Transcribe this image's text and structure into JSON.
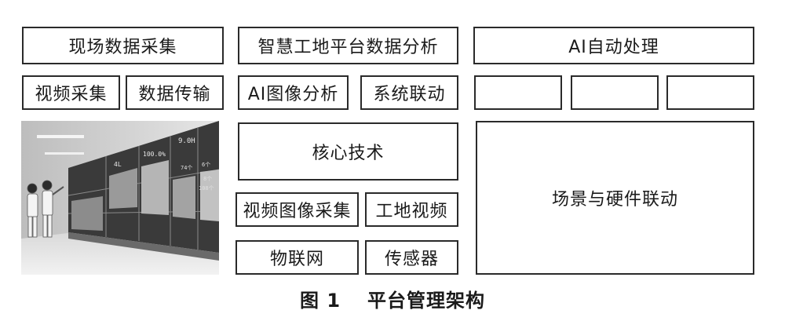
{
  "col1": {
    "header": "现场数据采集",
    "sub_left": "视频采集",
    "sub_right": "数据传输",
    "photo_icon": "control-room-photo"
  },
  "col2": {
    "header": "智慧工地平台数据分析",
    "sub_left": "AI图像分析",
    "sub_right": "系统联动",
    "core": "核心技术",
    "items": [
      "视频图像采集",
      "工地视频",
      "物联网",
      "传感器"
    ]
  },
  "col3": {
    "header": "AI自动处理",
    "empty_boxes": [
      "",
      "",
      ""
    ],
    "scene": "场景与硬件联动"
  },
  "caption": {
    "fig": "图 1",
    "title": "平台管理架构"
  },
  "photo_screen": {
    "readouts": [
      "100.0%",
      "9.0H",
      "74个",
      "6个",
      "108个",
      "8个",
      "4L"
    ]
  }
}
